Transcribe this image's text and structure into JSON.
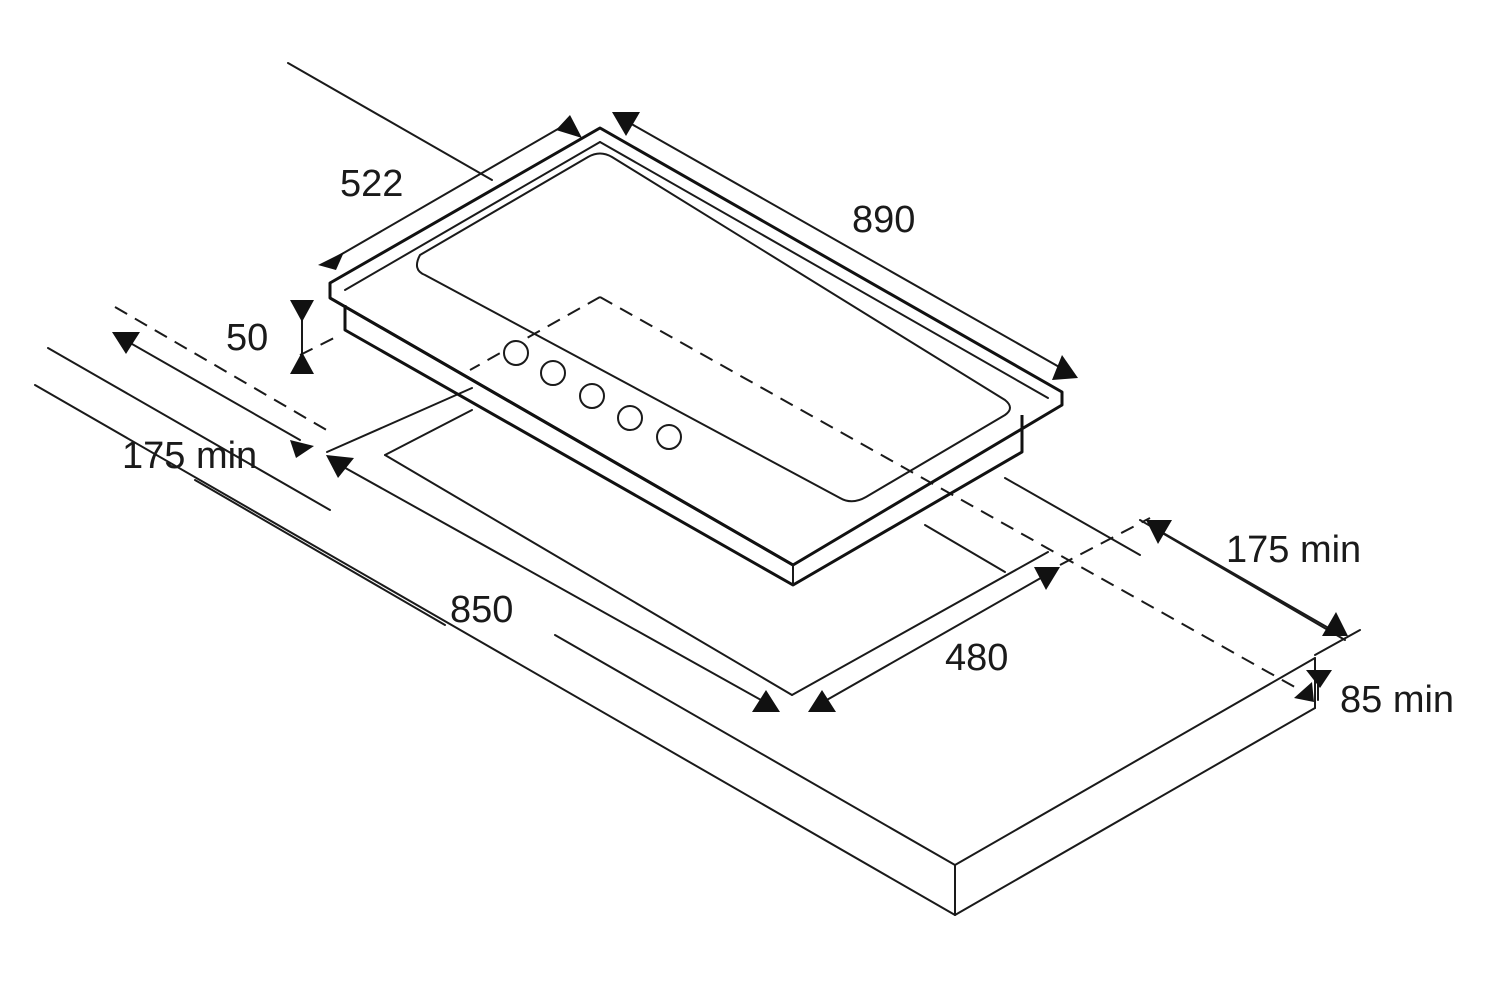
{
  "dimensions": {
    "hob_depth": "522",
    "hob_width": "890",
    "hob_height": "50",
    "left_clearance": "175 min",
    "cutout_width": "850",
    "cutout_depth": "480",
    "right_clearance": "175 min",
    "rear_clearance": "85 min"
  },
  "hob": {
    "knob_count": 5
  },
  "colors": {
    "line": "#1a1a1a",
    "background": "#ffffff"
  }
}
